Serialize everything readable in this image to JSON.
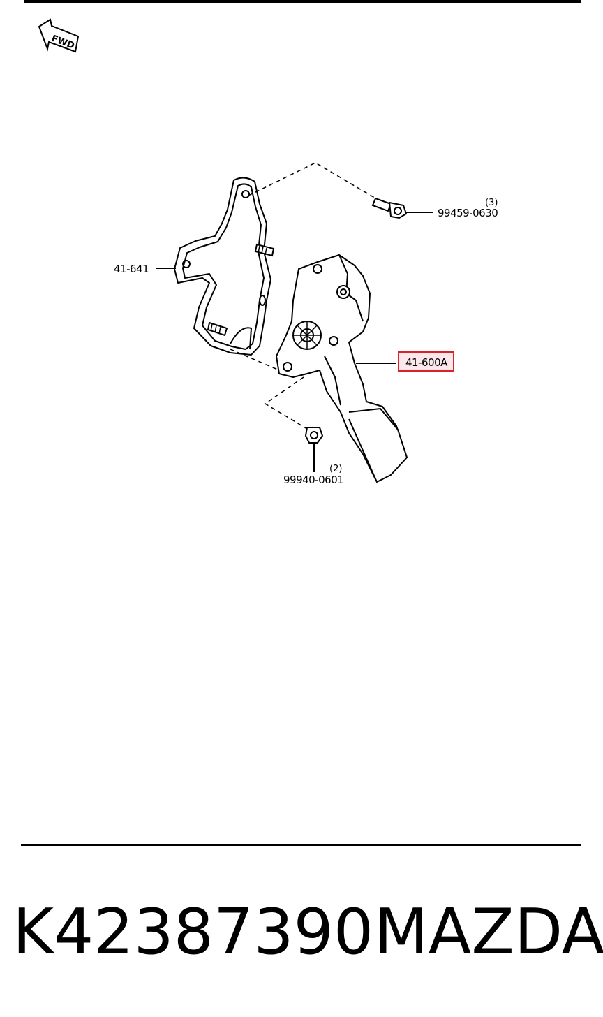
{
  "diagram": {
    "direction_marker": "FWD",
    "callouts": [
      {
        "id": "bracket",
        "label": "41-641",
        "qty": "",
        "highlighted": false
      },
      {
        "id": "pedal-assembly",
        "label": "41-600A",
        "qty": "",
        "highlighted": true
      },
      {
        "id": "bolt",
        "label": "99459-0630",
        "qty": "(3)",
        "highlighted": false
      },
      {
        "id": "nut",
        "label": "99940-0601",
        "qty": "(2)",
        "highlighted": false
      }
    ],
    "highlight_color": "#d8232a"
  },
  "footer": {
    "part_number": "K42387390",
    "brand": "MAZDA"
  }
}
